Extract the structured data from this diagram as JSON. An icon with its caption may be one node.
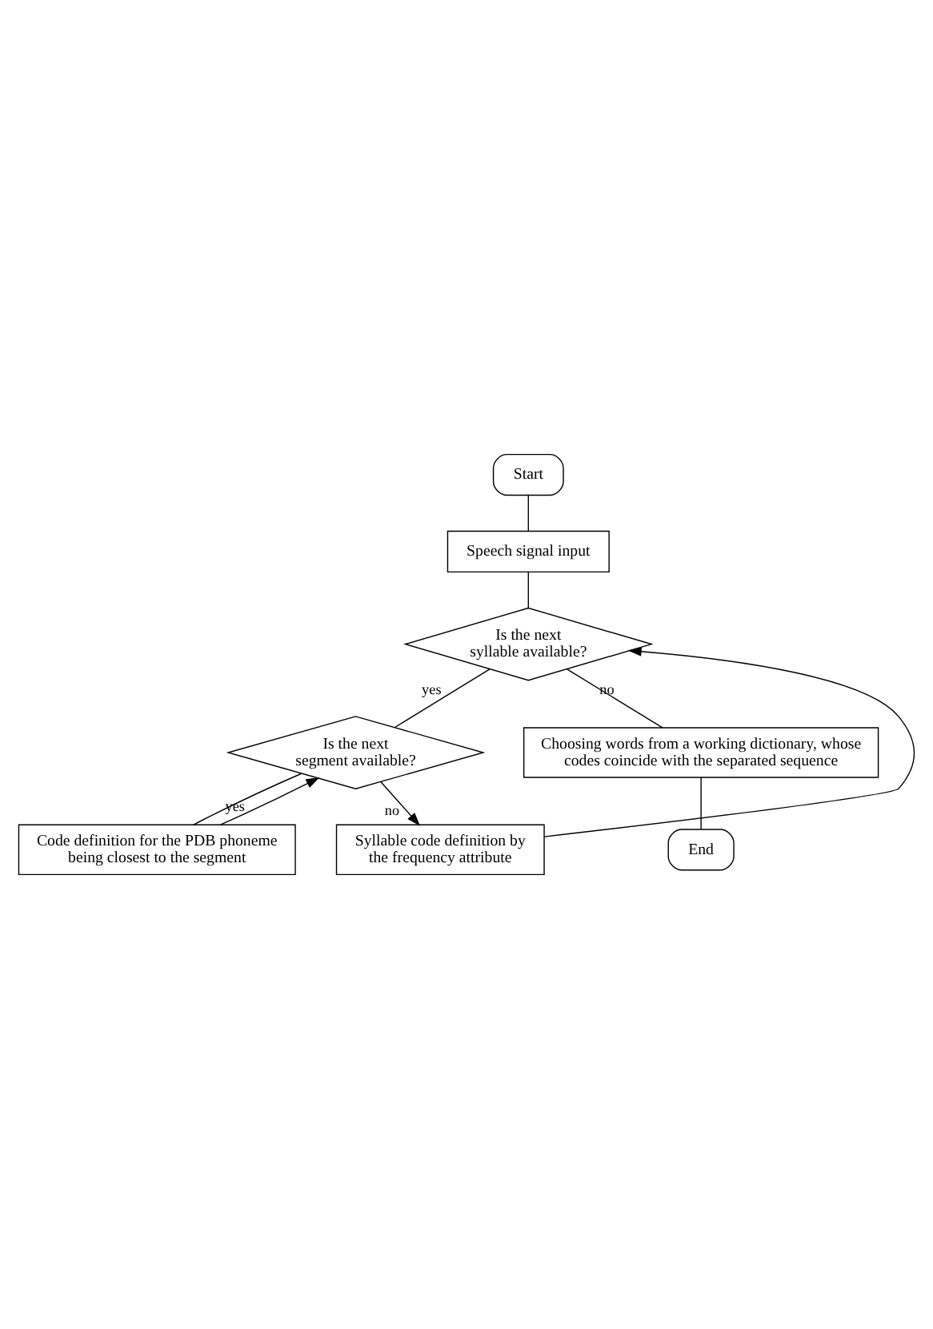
{
  "diagram": {
    "nodes": [
      {
        "text": [
          "Start"
        ]
      },
      {
        "text": [
          "Speech signal input"
        ]
      },
      {
        "text": [
          "Is the next syllable available?"
        ]
      },
      {
        "text": [
          "Is the next segment available?"
        ]
      },
      {
        "text": [
          "Code definition for the PDB phoneme being closest to the segment"
        ]
      },
      {
        "text": [
          "Syllable code definition by the frequency attribute"
        ]
      },
      {
        "text": [
          "Choosing words from a working dictionary, whose codes coincide with the separated sequence"
        ]
      },
      {
        "text": [
          "End"
        ]
      }
    ],
    "edges": [
      {
        "from": 0,
        "to": 1,
        "arrow": "none"
      },
      {
        "from": 1,
        "to": 2,
        "arrow": "none"
      },
      {
        "from": 2,
        "to": 3,
        "arrow": "none",
        "label": "yes"
      },
      {
        "from": 3,
        "to": 4,
        "arrow": "none",
        "label": "yes"
      },
      {
        "from": 4,
        "to": 3,
        "arrow": "to"
      },
      {
        "from": 3,
        "to": 5,
        "arrow": "to",
        "label": "no"
      },
      {
        "from": 5,
        "to": 2,
        "arrow": "to"
      },
      {
        "from": 2,
        "to": 6,
        "arrow": "none",
        "label": "no"
      },
      {
        "from": 6,
        "to": 7,
        "arrow": "none"
      }
    ]
  }
}
